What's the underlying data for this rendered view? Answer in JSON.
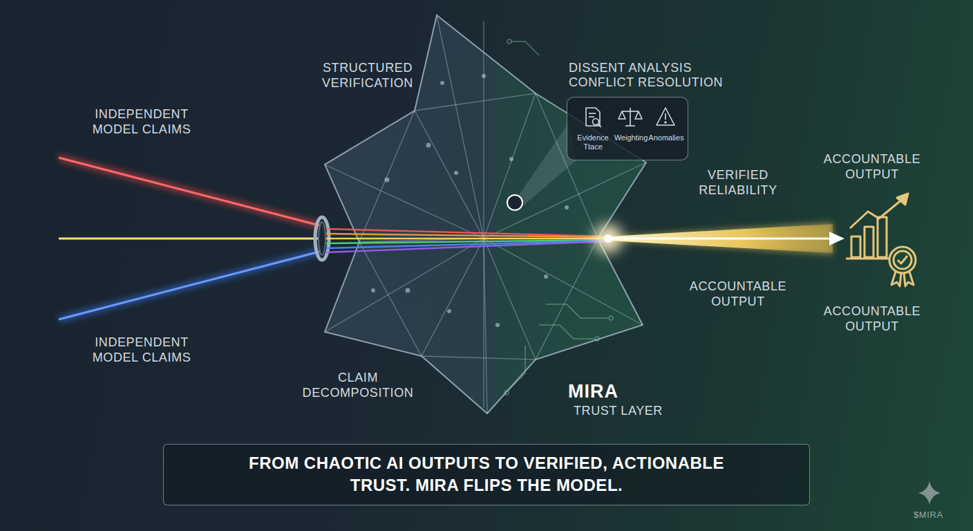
{
  "diagram": {
    "caption": "FROM CHAOTIC AI OUTPUTS TO VERIFIED, ACTIONABLE TRUST. MIRA FLIPS THE MODEL.",
    "nodes": [
      {
        "text": [
          "DISSENT ANALYSIS CONFLICT RESOLUTION",
          "Evidence Ttace",
          "Weighting",
          "Anomalies"
        ]
      }
    ],
    "labels": [
      "STRUCTURED VERIFICATION",
      "INDEPENDENT MODEL CLAIMS",
      "VERIFIED RELIABILITY",
      "ACCOUNTABLE OUTPUT",
      "ACCOUNTABLE OUTPUT",
      "ACCOUNTABLE OUTPUT",
      "INDEPENDENT MODEL CLAIMS",
      "CLAIM DECOMPOSITION",
      "MIRA",
      "TRUST LAYER",
      "$MIRA"
    ]
  }
}
